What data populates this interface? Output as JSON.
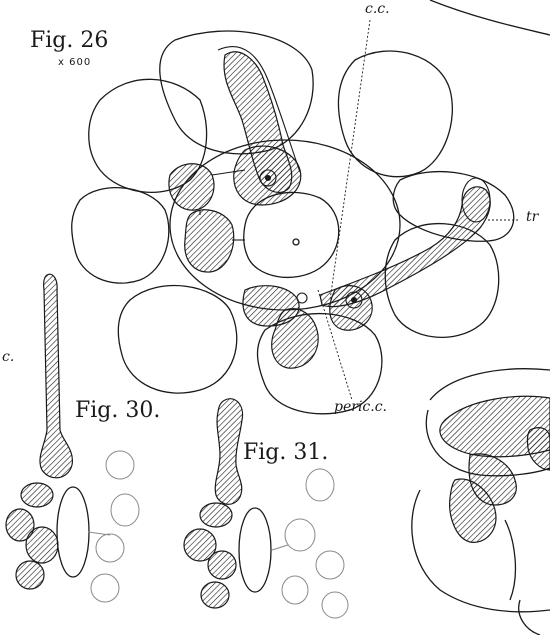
{
  "labels": {
    "fig26": "Fig. 26",
    "magnification": "x 600",
    "fig30": "Fig. 30.",
    "fig31": "Fig. 31.",
    "cc": "c.c.",
    "tr": "tr",
    "peric_c": "peric.c.",
    "c_left": "c."
  },
  "colors": {
    "ink": "#1a1a1a",
    "paper": "#ffffff",
    "faint": "#8a8a8a"
  }
}
